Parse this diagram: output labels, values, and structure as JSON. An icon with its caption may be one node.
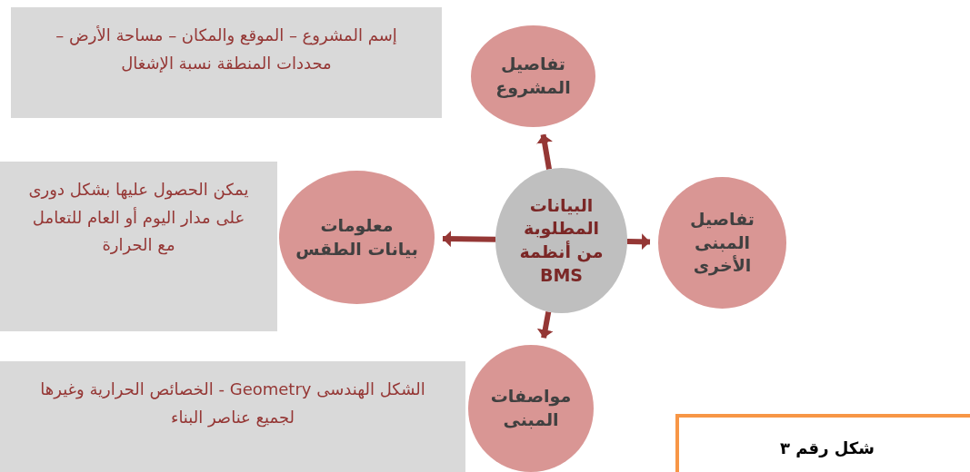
{
  "diagram": {
    "nodes": [
      {
        "text": [
          "إسم المشروع – الموقع والمكان – مساحة الأرض – محددات المنطقة نسبة الإشغال"
        ]
      },
      {
        "text": [
          "تفاصيل المشروع"
        ]
      },
      {
        "text": [
          "يمكن الحصول عليها بشكل دورى على مدار اليوم أو العام للتعامل مع الحرارة"
        ]
      },
      {
        "text": [
          "معلومات بيانات الطقس"
        ]
      },
      {
        "text": [
          "البيانات المطلوبة من أنظمة BMS"
        ]
      },
      {
        "text": [
          "تفاصيل المبنى الأخرى"
        ]
      },
      {
        "text": [
          "الشكل الهندسى Geometry - الخصائص الحرارية وغيرها لجميع عناصر البناء"
        ]
      },
      {
        "text": [
          "مواصفات المبنى"
        ]
      },
      {
        "text": [
          "شكل رقم ٣"
        ]
      }
    ],
    "edges": [
      {
        "from": 4,
        "to": 1,
        "arrow": "to"
      },
      {
        "from": 4,
        "to": 3,
        "arrow": "to"
      },
      {
        "from": 4,
        "to": 5,
        "arrow": "to"
      },
      {
        "from": 4,
        "to": 7,
        "arrow": "to"
      }
    ]
  }
}
